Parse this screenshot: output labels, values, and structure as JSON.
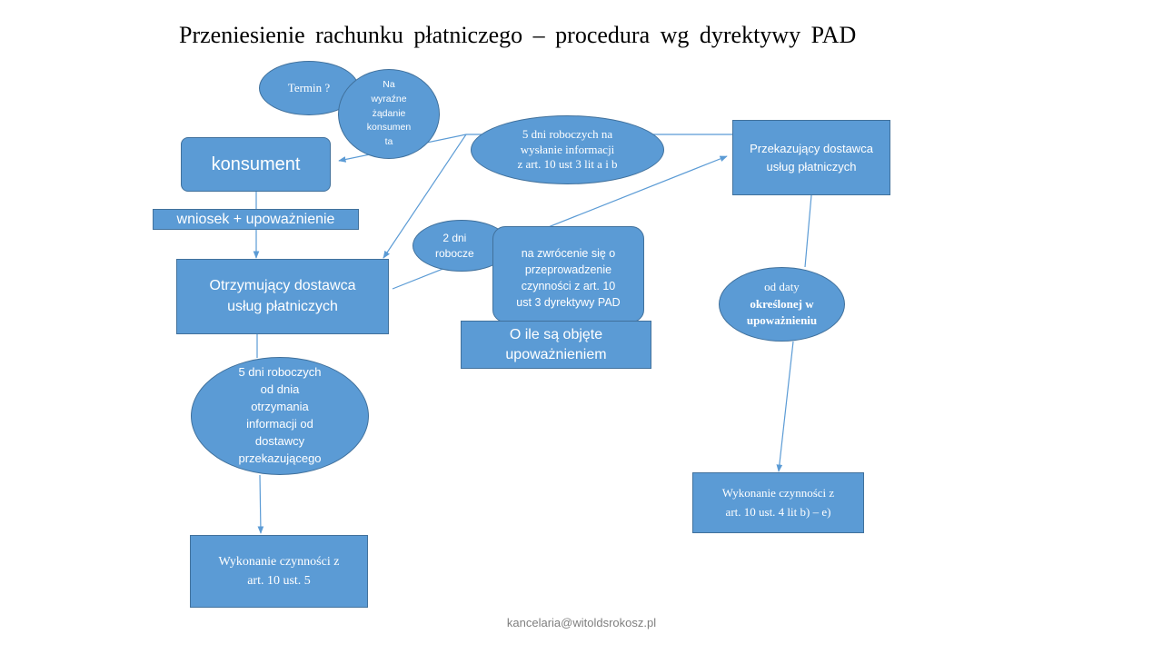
{
  "title": "Przeniesienie rachunku płatniczego – procedura wg dyrektywy PAD",
  "nodes": {
    "termin": "Termin ?",
    "na_wyrazne": "Na\nwyraźne\nżądanie\nkonsumen\nta",
    "konsument": "konsument",
    "wniosek": "wniosek + upoważnienie",
    "otrzymujacy": "Otrzymujący dostawca\nusług płatniczych",
    "piec_dni_od": "5 dni roboczych\nod dnia\notrzymania\ninformacji od\ndostawcy\nprzekazującego",
    "wykonanie_ust5": "Wykonanie czynności z\nart. 10 ust. 5",
    "piec_dni_na": "5 dni roboczych na\nwysłanie informacji\nz art. 10 ust 3 lit a i b",
    "przekazujacy": "Przekazujący dostawca\nusług płatniczych",
    "dwa_dni": "2 dni\nrobocze",
    "zwrocenie": "na zwrócenie się o\nprzeprowadzenie\nczynności z art. 10\nust 3 dyrektywy PAD",
    "o_ile": "O ile są objęte\nupoważnieniem",
    "od_daty": "od daty",
    "od_daty_bold": "określonej w\nupoważnieniu",
    "wykonanie_ust4": "Wykonanie czynności z\nart. 10 ust. 4 lit b) – e)"
  },
  "footer": "kancelaria@witoldsrokosz.pl",
  "colors": {
    "shape_fill": "#5b9bd5",
    "shape_stroke": "#41719c",
    "connector": "#5b9bd5",
    "shape_text": "#ffffff",
    "footer_text": "#7f7f7f"
  }
}
